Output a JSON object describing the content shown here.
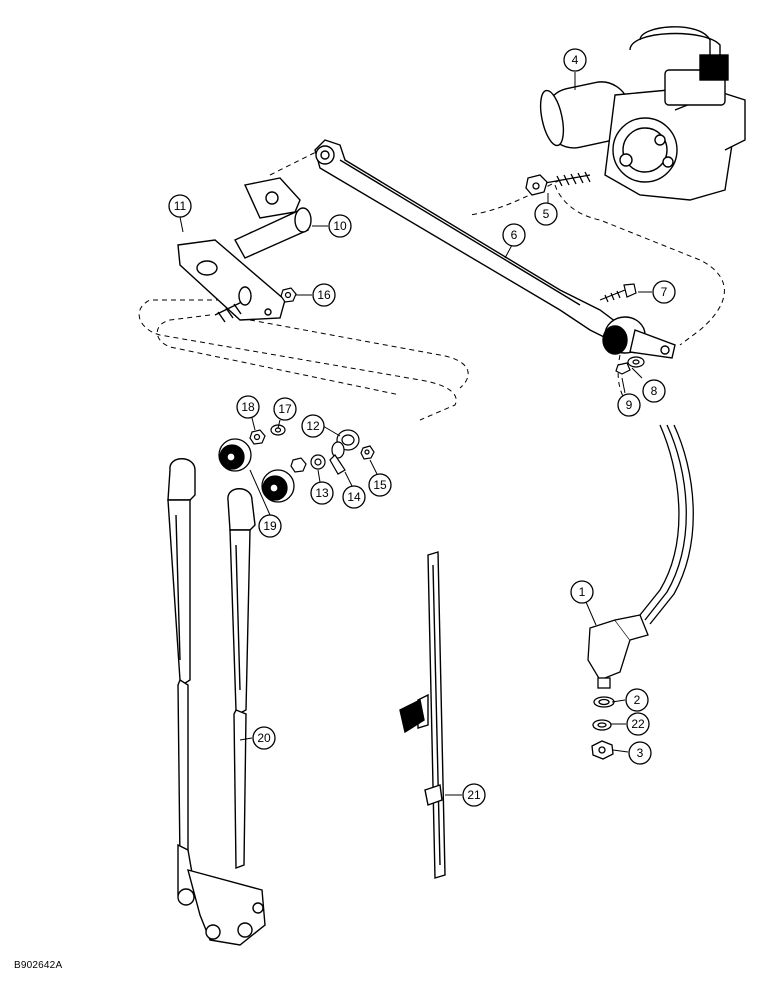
{
  "diagram": {
    "callouts": [
      {
        "id": "c1",
        "label": "1"
      },
      {
        "id": "c2",
        "label": "2"
      },
      {
        "id": "c3",
        "label": "3"
      },
      {
        "id": "c4",
        "label": "4"
      },
      {
        "id": "c5",
        "label": "5"
      },
      {
        "id": "c6",
        "label": "6"
      },
      {
        "id": "c7",
        "label": "7"
      },
      {
        "id": "c8",
        "label": "8"
      },
      {
        "id": "c9",
        "label": "9"
      },
      {
        "id": "c10",
        "label": "10"
      },
      {
        "id": "c11",
        "label": "11"
      },
      {
        "id": "c12",
        "label": "12"
      },
      {
        "id": "c13",
        "label": "13"
      },
      {
        "id": "c14",
        "label": "14"
      },
      {
        "id": "c15",
        "label": "15"
      },
      {
        "id": "c16",
        "label": "16"
      },
      {
        "id": "c17",
        "label": "17"
      },
      {
        "id": "c18",
        "label": "18"
      },
      {
        "id": "c19",
        "label": "19"
      },
      {
        "id": "c20",
        "label": "20"
      },
      {
        "id": "c21",
        "label": "21"
      },
      {
        "id": "c22",
        "label": "22"
      }
    ],
    "figure_code": "B902642A"
  }
}
